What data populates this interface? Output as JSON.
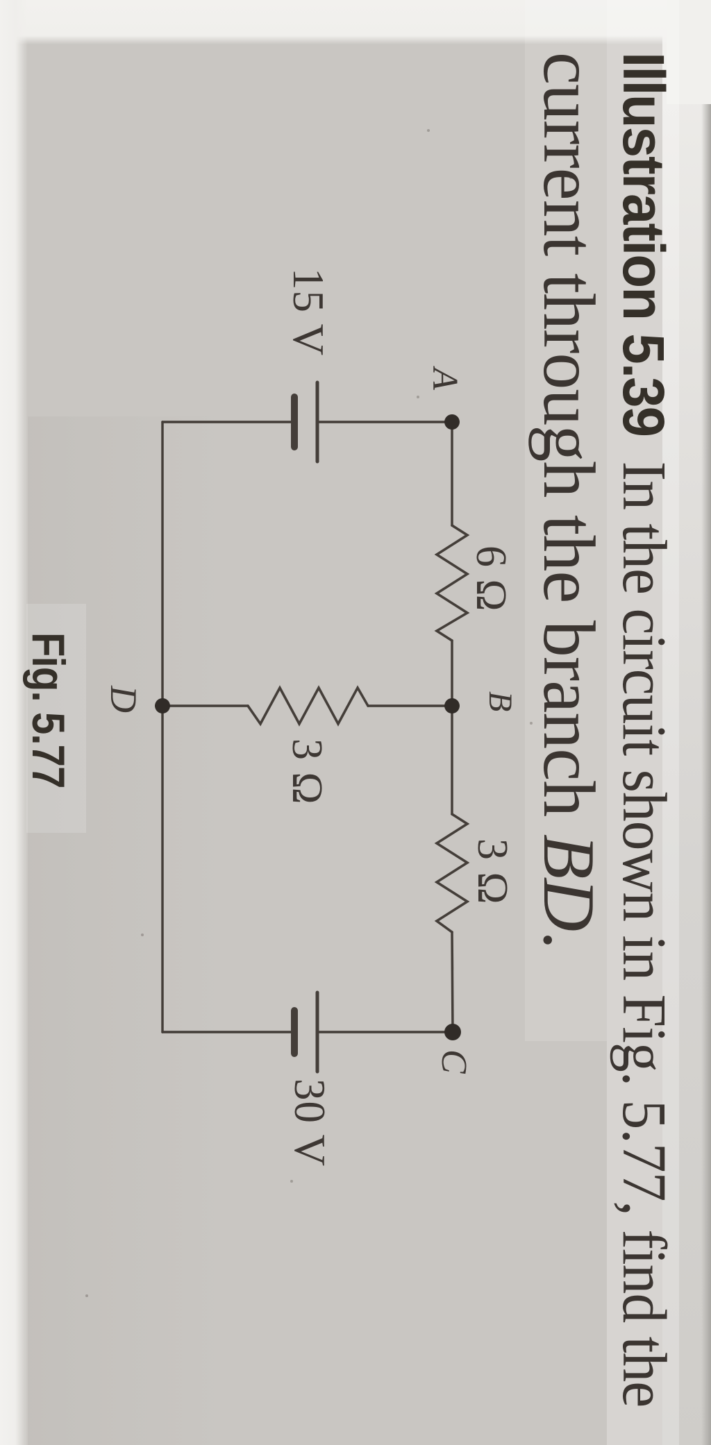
{
  "document": {
    "heading": {
      "label_bold": "Illustration 5.39",
      "line1_rest": "In the circuit shown in Fig. 5.77, find the",
      "line2_text": "current through the branch ",
      "line2_emphasis": "BD",
      "line2_period": "."
    },
    "figure": {
      "caption": "Fig. 5.77",
      "node_labels": {
        "a": "A",
        "b": "B",
        "c": "C",
        "d": "D"
      },
      "component_labels": {
        "left_battery": "15 V",
        "right_battery": "30 V",
        "top_left_resistor": "6 Ω",
        "top_right_resistor": "3 Ω",
        "middle_resistor": "3 Ω"
      }
    },
    "colors": {
      "paper": "#c9c6c2",
      "ink": "#433d38",
      "margin_white": "#f0efec"
    }
  }
}
